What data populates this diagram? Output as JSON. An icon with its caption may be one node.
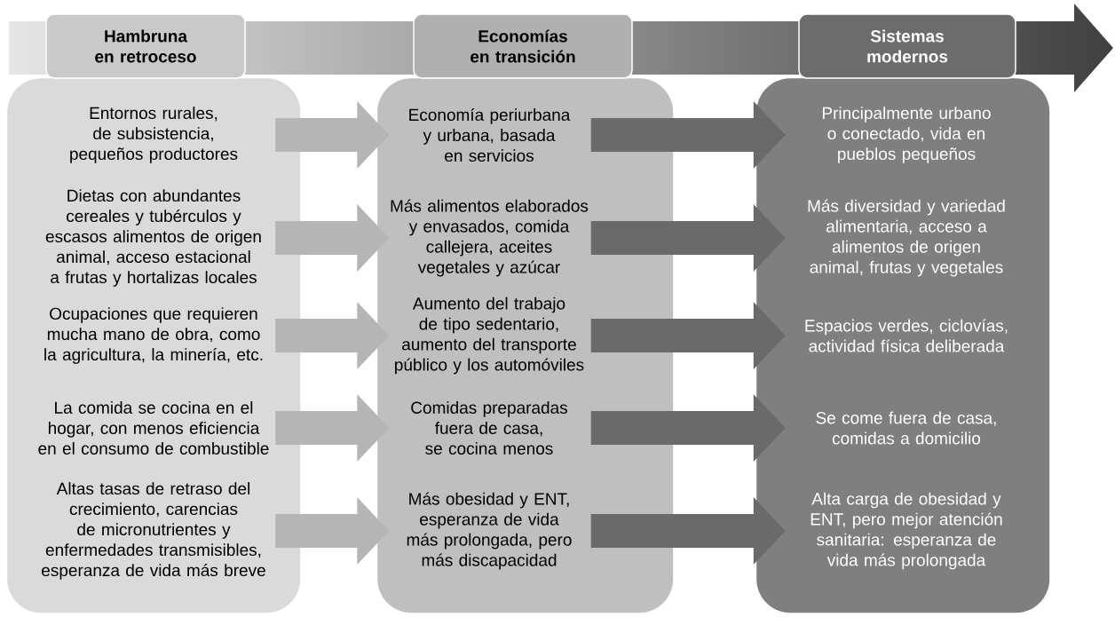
{
  "diagram": {
    "nodes": [
      {
        "text": [
          "Hambruna en retroceso"
        ]
      },
      {
        "text": [
          "Entornos rurales, de subsistencia, pequeños productores"
        ],
        "in": 0
      },
      {
        "text": [
          "Dietas con abundantes cereales y tubérculos y escasos alimentos de origen animal, acceso estacional a frutas y hortalizas locales"
        ],
        "in": 0
      },
      {
        "text": [
          "Ocupaciones que requieren mucha mano de obra, como la agricultura, la minería, etc."
        ],
        "in": 0
      },
      {
        "text": [
          "La comida se cocina en el hogar, con menos eficiencia en el consumo de combustible"
        ],
        "in": 0
      },
      {
        "text": [
          "Altas tasas de retraso del crecimiento, carencias de micronutrientes y enfermedades transmisibles, esperanza de vida más breve"
        ],
        "in": 0
      },
      {
        "text": [
          "Economías en transición"
        ]
      },
      {
        "text": [
          "Economía periurbana y urbana, basada en servicios"
        ],
        "in": 6
      },
      {
        "text": [
          "Más alimentos elaborados y envasados, comida callejera, aceites vegetales y azúcar"
        ],
        "in": 6
      },
      {
        "text": [
          "Aumento del trabajo de tipo sedentario, aumento del transporte público y los automóviles"
        ],
        "in": 6
      },
      {
        "text": [
          "Comidas preparadas fuera de casa, se cocina menos"
        ],
        "in": 6
      },
      {
        "text": [
          "Más obesidad y ENT, esperanza de vida más prolongada, pero más discapacidad"
        ],
        "in": 6
      },
      {
        "text": [
          "Sistemas modernos"
        ]
      },
      {
        "text": [
          "Principalmente urbano o conectado, vida en pueblos pequeños"
        ],
        "in": 12
      },
      {
        "text": [
          "Más diversidad y variedad alimentaria, acceso a alimentos de origen animal, frutas y vegetales"
        ],
        "in": 12
      },
      {
        "text": [
          "Espacios verdes, ciclovías, actividad física deliberada"
        ],
        "in": 12
      },
      {
        "text": [
          "Se come fuera de casa, comidas a domicilio"
        ],
        "in": 12
      },
      {
        "text": [
          "Alta carga de obesidad y ENT, pero mejor atención sanitaria: esperanza de vida más prolongada"
        ],
        "in": 12
      }
    ],
    "edges": [
      {
        "from": 1,
        "to": 7,
        "arrow": "to"
      },
      {
        "from": 2,
        "to": 8,
        "arrow": "to"
      },
      {
        "from": 3,
        "to": 9,
        "arrow": "to"
      },
      {
        "from": 4,
        "to": 10,
        "arrow": "to"
      },
      {
        "from": 5,
        "to": 11,
        "arrow": "to"
      },
      {
        "from": 7,
        "to": 13,
        "arrow": "to"
      },
      {
        "from": 8,
        "to": 14,
        "arrow": "to"
      },
      {
        "from": 9,
        "to": 15,
        "arrow": "to"
      },
      {
        "from": 10,
        "to": 16,
        "arrow": "to"
      },
      {
        "from": 11,
        "to": 17,
        "arrow": "to"
      }
    ]
  }
}
